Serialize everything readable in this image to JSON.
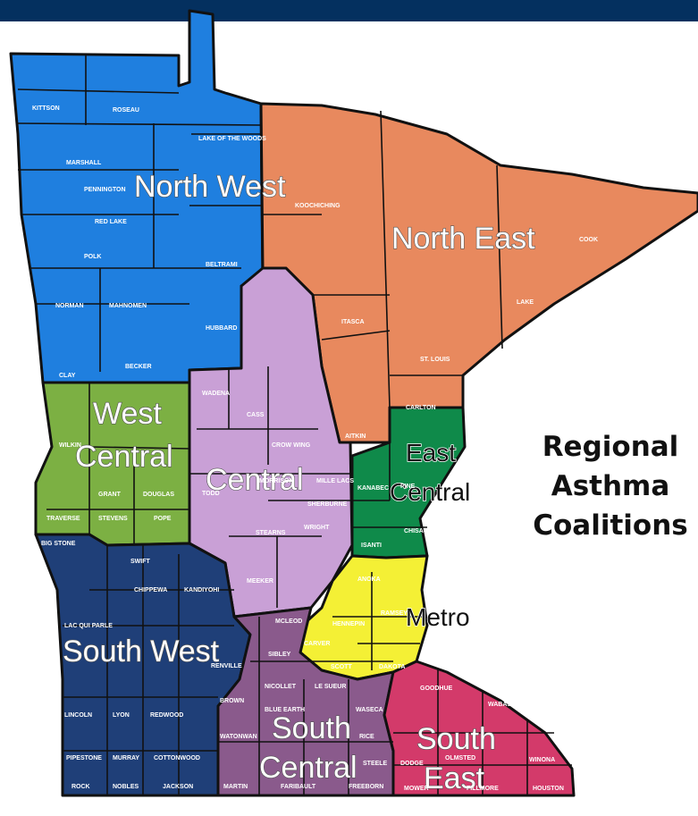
{
  "colors": {
    "top_bar": "#04305f",
    "north_west": "#1f7fdf",
    "north_east": "#e8895e",
    "west_central": "#7cb043",
    "central": "#c9a0d6",
    "east_central": "#0f8a4a",
    "metro": "#f4f035",
    "south_west": "#1f3f78",
    "south_central": "#8a5a8c",
    "south_east": "#d33a6a"
  },
  "legend": {
    "line1": "Regional",
    "line2": "Asthma",
    "line3": "Coalitions"
  },
  "regions": {
    "north_west": {
      "label": "North West"
    },
    "north_east": {
      "label": "North East"
    },
    "west_central": {
      "line1": "West",
      "line2": "Central"
    },
    "central": {
      "label": "Central"
    },
    "east_central": {
      "line1": "East",
      "line2": "Central"
    },
    "metro": {
      "label": "Metro"
    },
    "south_west": {
      "label": "South West"
    },
    "south_central": {
      "line1": "South",
      "line2": "Central"
    },
    "south_east": {
      "line1": "South",
      "line2": "East"
    }
  },
  "counties": {
    "kittson": "KITTSON",
    "roseau": "ROSEAU",
    "lake_woods": "LAKE OF THE WOODS",
    "marshall": "MARSHALL",
    "pennington": "PENNINGTON",
    "red_lake": "RED LAKE",
    "polk": "POLK",
    "beltrami": "BELTRAMI",
    "norman": "NORMAN",
    "mahnomen": "MAHNOMEN",
    "clay": "CLAY",
    "becker": "BECKER",
    "hubbard": "HUBBARD",
    "koochiching": "KOOCHICHING",
    "itasca": "ITASCA",
    "st_louis": "ST. LOUIS",
    "lake": "LAKE",
    "cook": "COOK",
    "carlton": "CARLTON",
    "aitkin": "AITKIN",
    "wadena": "WADENA",
    "cass": "CASS",
    "crow_wing": "CROW WING",
    "todd": "TODD",
    "morrison": "MORRISON",
    "mille_lacs": "MILLE LACS",
    "stearns": "STEARNS",
    "sherburne": "SHERBURNE",
    "wright": "WRIGHT",
    "meeker": "MEEKER",
    "wilkin": "WILKIN",
    "grant": "GRANT",
    "douglas": "DOUGLAS",
    "traverse": "TRAVERSE",
    "stevens": "STEVENS",
    "pope": "POPE",
    "big_stone": "BIG STONE",
    "swift": "SWIFT",
    "chippewa": "CHIPPEWA",
    "kandiyohi": "KANDIYOHI",
    "lac_qui_parle": "LAC QUI PARLE",
    "renville": "RENVILLE",
    "lincoln": "LINCOLN",
    "lyon": "LYON",
    "redwood": "REDWOOD",
    "pipestone": "PIPESTONE",
    "murray": "MURRAY",
    "cottonwood": "COTTONWOOD",
    "rock": "ROCK",
    "nobles": "NOBLES",
    "jackson": "JACKSON",
    "mcleod": "MCLEOD",
    "sibley": "SIBLEY",
    "brown": "BROWN",
    "nicollet": "NICOLLET",
    "le_sueur": "LE SUEUR",
    "watonwan": "WATONWAN",
    "blue_earth": "BLUE EARTH",
    "waseca": "WASECA",
    "martin": "MARTIN",
    "faribault": "FARIBAULT",
    "freeborn": "FREEBORN",
    "pine": "PINE",
    "kanabec": "KANABEC",
    "isanti": "ISANTI",
    "chisago": "CHISAGO",
    "anoka": "ANOKA",
    "hennepin": "HENNEPIN",
    "ramsey": "RAMSEY",
    "carver": "CARVER",
    "scott": "SCOTT",
    "dakota": "DAKOTA",
    "goodhue": "GOODHUE",
    "wabasha": "WABASHA",
    "rice": "RICE",
    "steele": "STEELE",
    "dodge": "DODGE",
    "olmsted": "OLMSTED",
    "winona": "WINONA",
    "mower": "MOWER",
    "fillmore": "FILLMORE",
    "houston": "HOUSTON"
  }
}
